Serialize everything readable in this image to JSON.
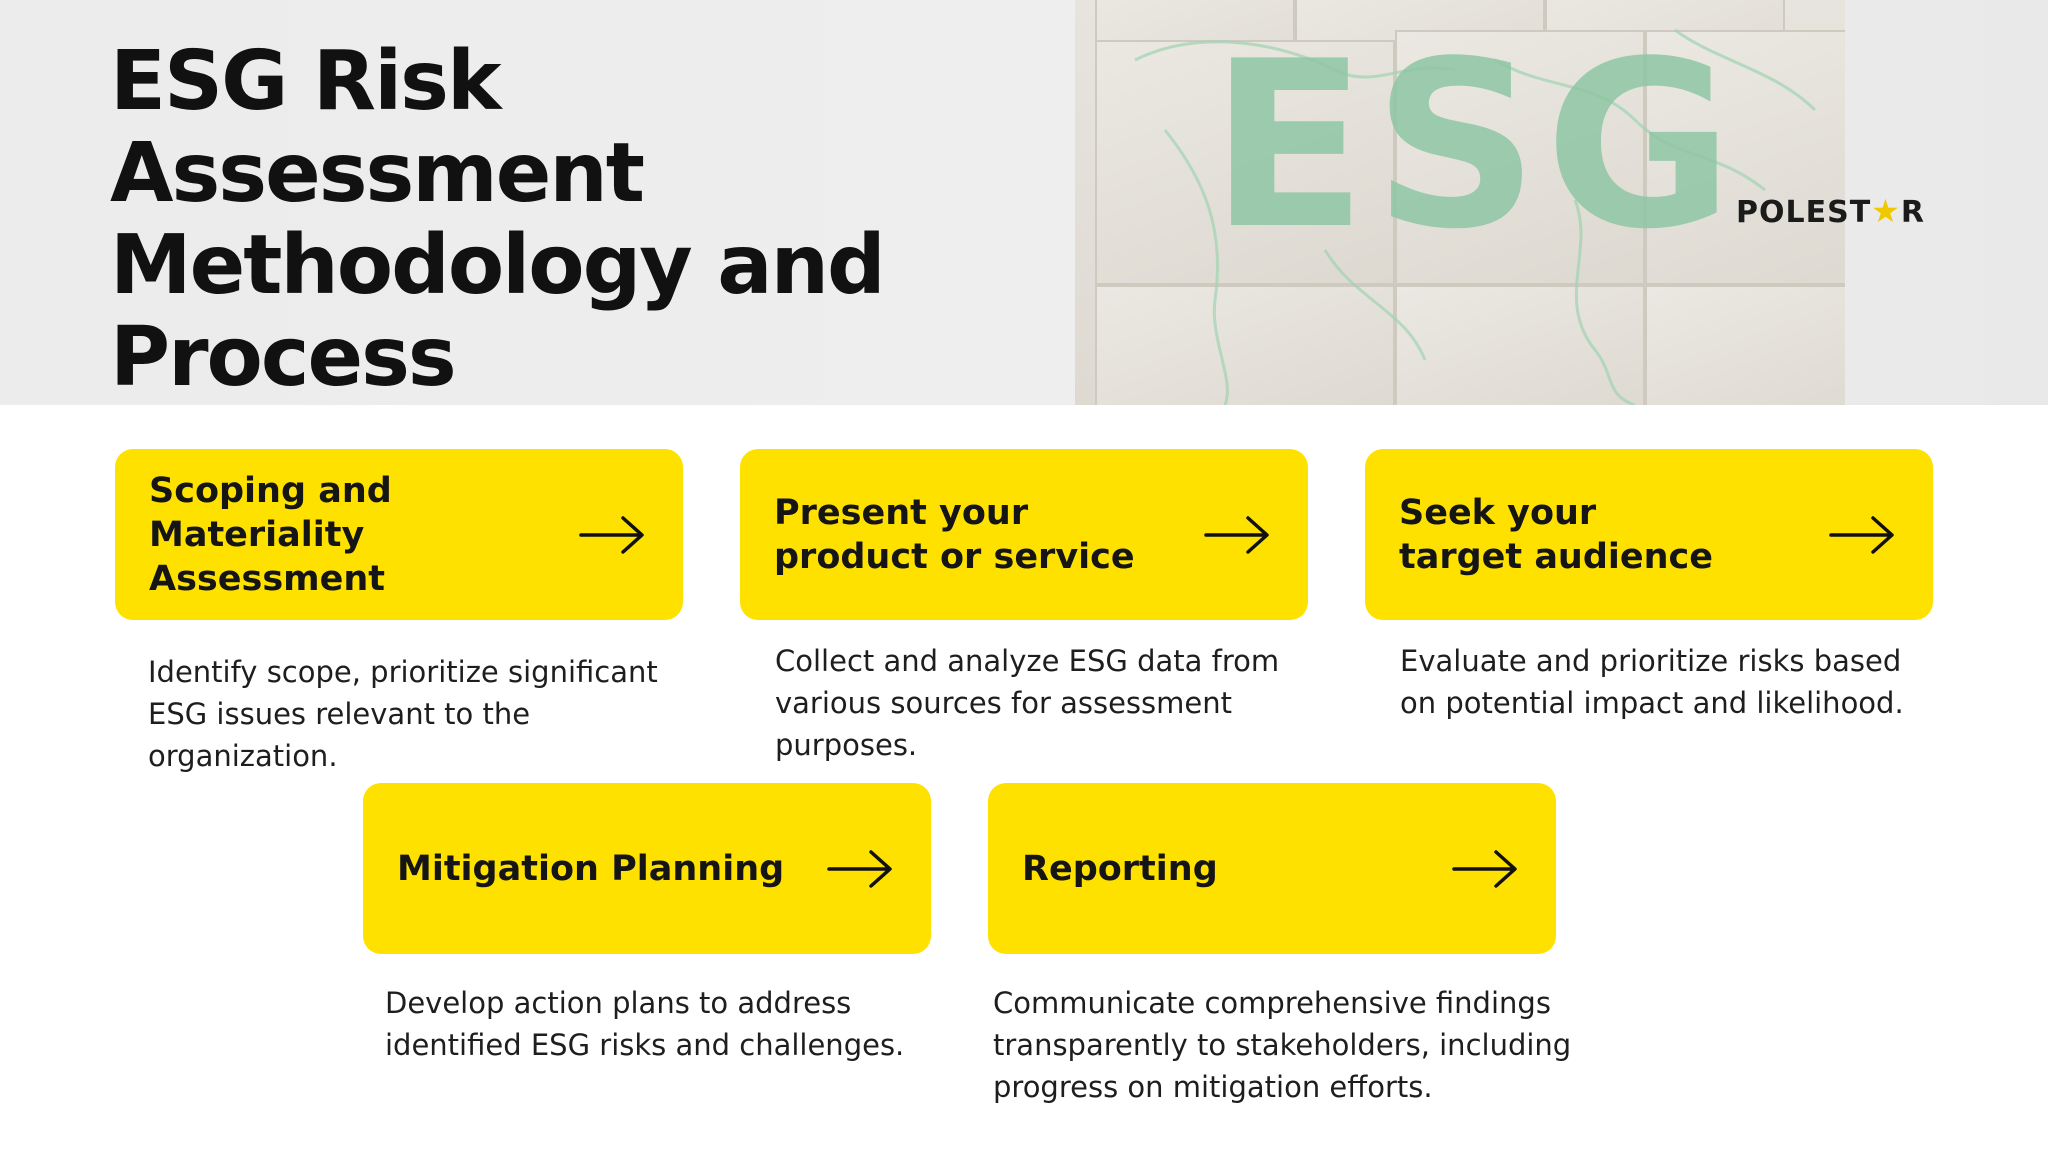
{
  "title": "ESG Risk Assessment Methodology and Process",
  "hero": {
    "word": "ESG",
    "logo_prefix": "POLEST",
    "logo_star": "★",
    "logo_suffix": "R"
  },
  "steps": [
    {
      "title": "Scoping and\nMateriality\nAssessment",
      "description": "Identify scope, prioritize significant ESG issues relevant to the organization.",
      "icon": "arrow-right-icon"
    },
    {
      "title": "Present your\nproduct or service",
      "description": "Collect and analyze ESG data from various sources for assessment purposes.",
      "icon": "arrow-right-icon"
    },
    {
      "title": "Seek your\ntarget audience",
      "description": "Evaluate and prioritize risks based on potential impact and likelihood.",
      "icon": "arrow-right-icon"
    },
    {
      "title": "Mitigation Planning",
      "description": "Develop action plans to address identified ESG risks and challenges.",
      "icon": "arrow-right-icon"
    },
    {
      "title": "Reporting",
      "description": "Communicate comprehensive findings transparently to stakeholders, including progress on mitigation efforts.",
      "icon": "arrow-right-icon"
    }
  ],
  "colors": {
    "card": "#ffe100",
    "esg_word": "#8fc6a4",
    "text": "#111111"
  }
}
